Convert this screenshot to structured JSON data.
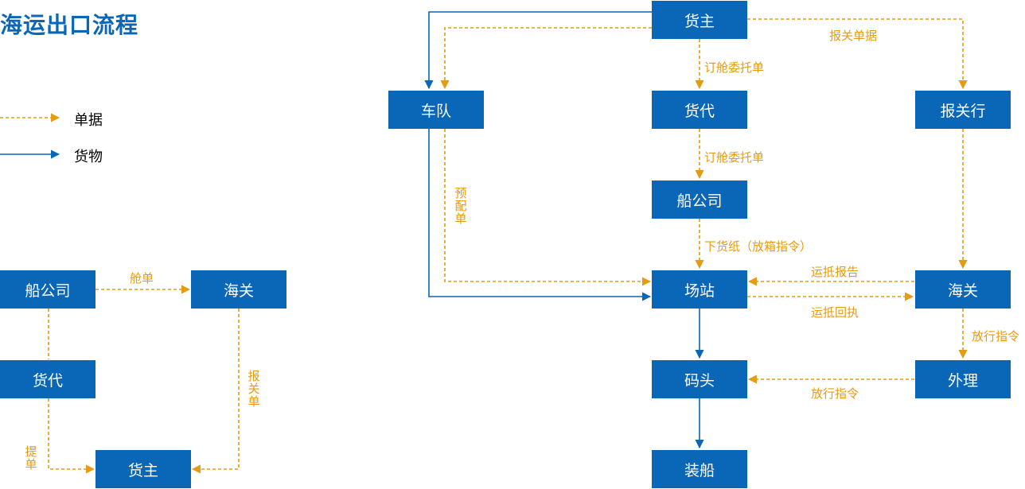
{
  "title": "海运出口流程",
  "colors": {
    "node": "#0a66b7",
    "document": "#e59b12",
    "goods": "#0a66b7"
  },
  "legend": {
    "document": "单据",
    "goods": "货物"
  },
  "left": {
    "nodes": {
      "ship_company": "船公司",
      "customs": "海关",
      "forwarder": "货代",
      "shipper": "货主"
    },
    "labels": {
      "manifest": "舱单",
      "declaration": "报关单",
      "bill_of_lading": "提单"
    }
  },
  "right": {
    "nodes": {
      "shipper": "货主",
      "fleet": "车队",
      "forwarder": "货代",
      "broker": "报关行",
      "ship_company": "船公司",
      "yard": "场站",
      "customs": "海关",
      "dock": "码头",
      "tally": "外理",
      "loading": "装船"
    },
    "labels": {
      "customs_docs": "报关单据",
      "booking_1": "订舱委托单",
      "booking_2": "订舱委托单",
      "release_note": "下货纸（放箱指令）",
      "pre_match": "预配单",
      "arrival_report": "运抵报告",
      "arrival_receipt": "运抵回执",
      "release_1": "放行指令",
      "release_2": "放行指令"
    }
  }
}
